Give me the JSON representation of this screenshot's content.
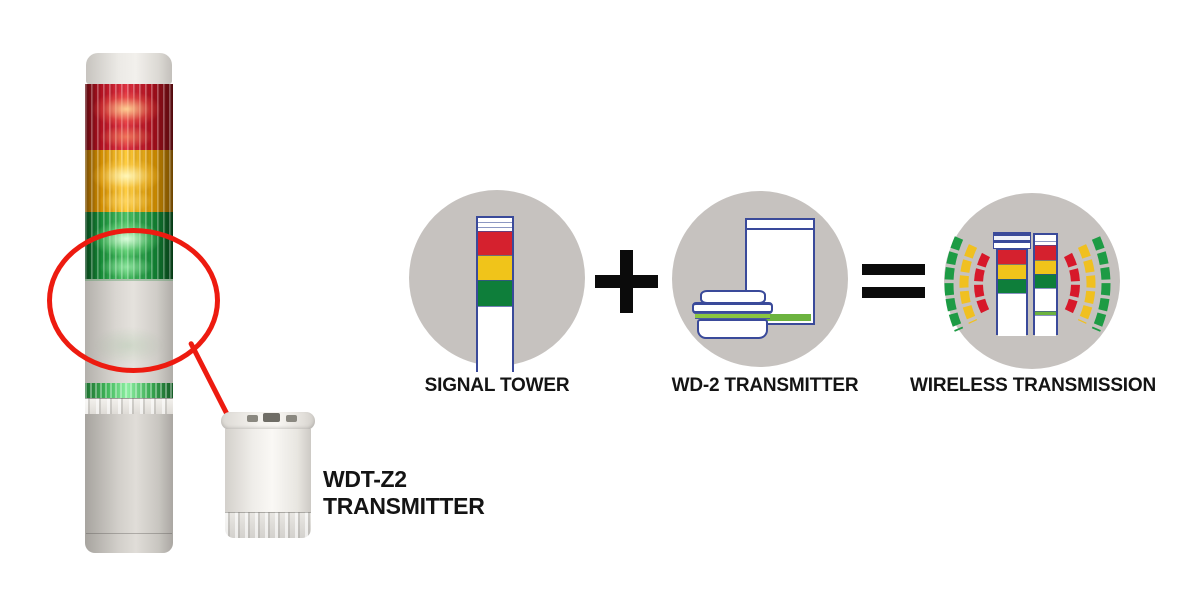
{
  "product_annotation": {
    "label": {
      "line1": "WDT-Z2",
      "line2": "TRANSMITTER"
    },
    "highlight_color": "#ed1b10"
  },
  "signal_tower_photo": {
    "modules": [
      "red",
      "amber",
      "green"
    ],
    "indicator": "green-ring",
    "body_color": "#d6d3ce"
  },
  "formula": {
    "items": [
      {
        "key": "signal-tower",
        "label": "SIGNAL TOWER"
      },
      {
        "key": "wd2-transmitter",
        "label": "WD-2 TRANSMITTER"
      },
      {
        "key": "wireless-transmission",
        "label": "WIRELESS TRANSMISSION"
      }
    ],
    "operators": {
      "plus": "+",
      "equals": "="
    },
    "colors": {
      "circle_background": "#c6c2bf",
      "outline_blue": "#3a4a9a",
      "tower_red": "#d5212e",
      "tower_yellow": "#f0c41a",
      "tower_green": "#0e7e3a",
      "wave_red": "#d7182a",
      "wave_yellow": "#f0c020",
      "wave_green": "#1d9b44",
      "accent_green": "#6cb33f"
    }
  }
}
